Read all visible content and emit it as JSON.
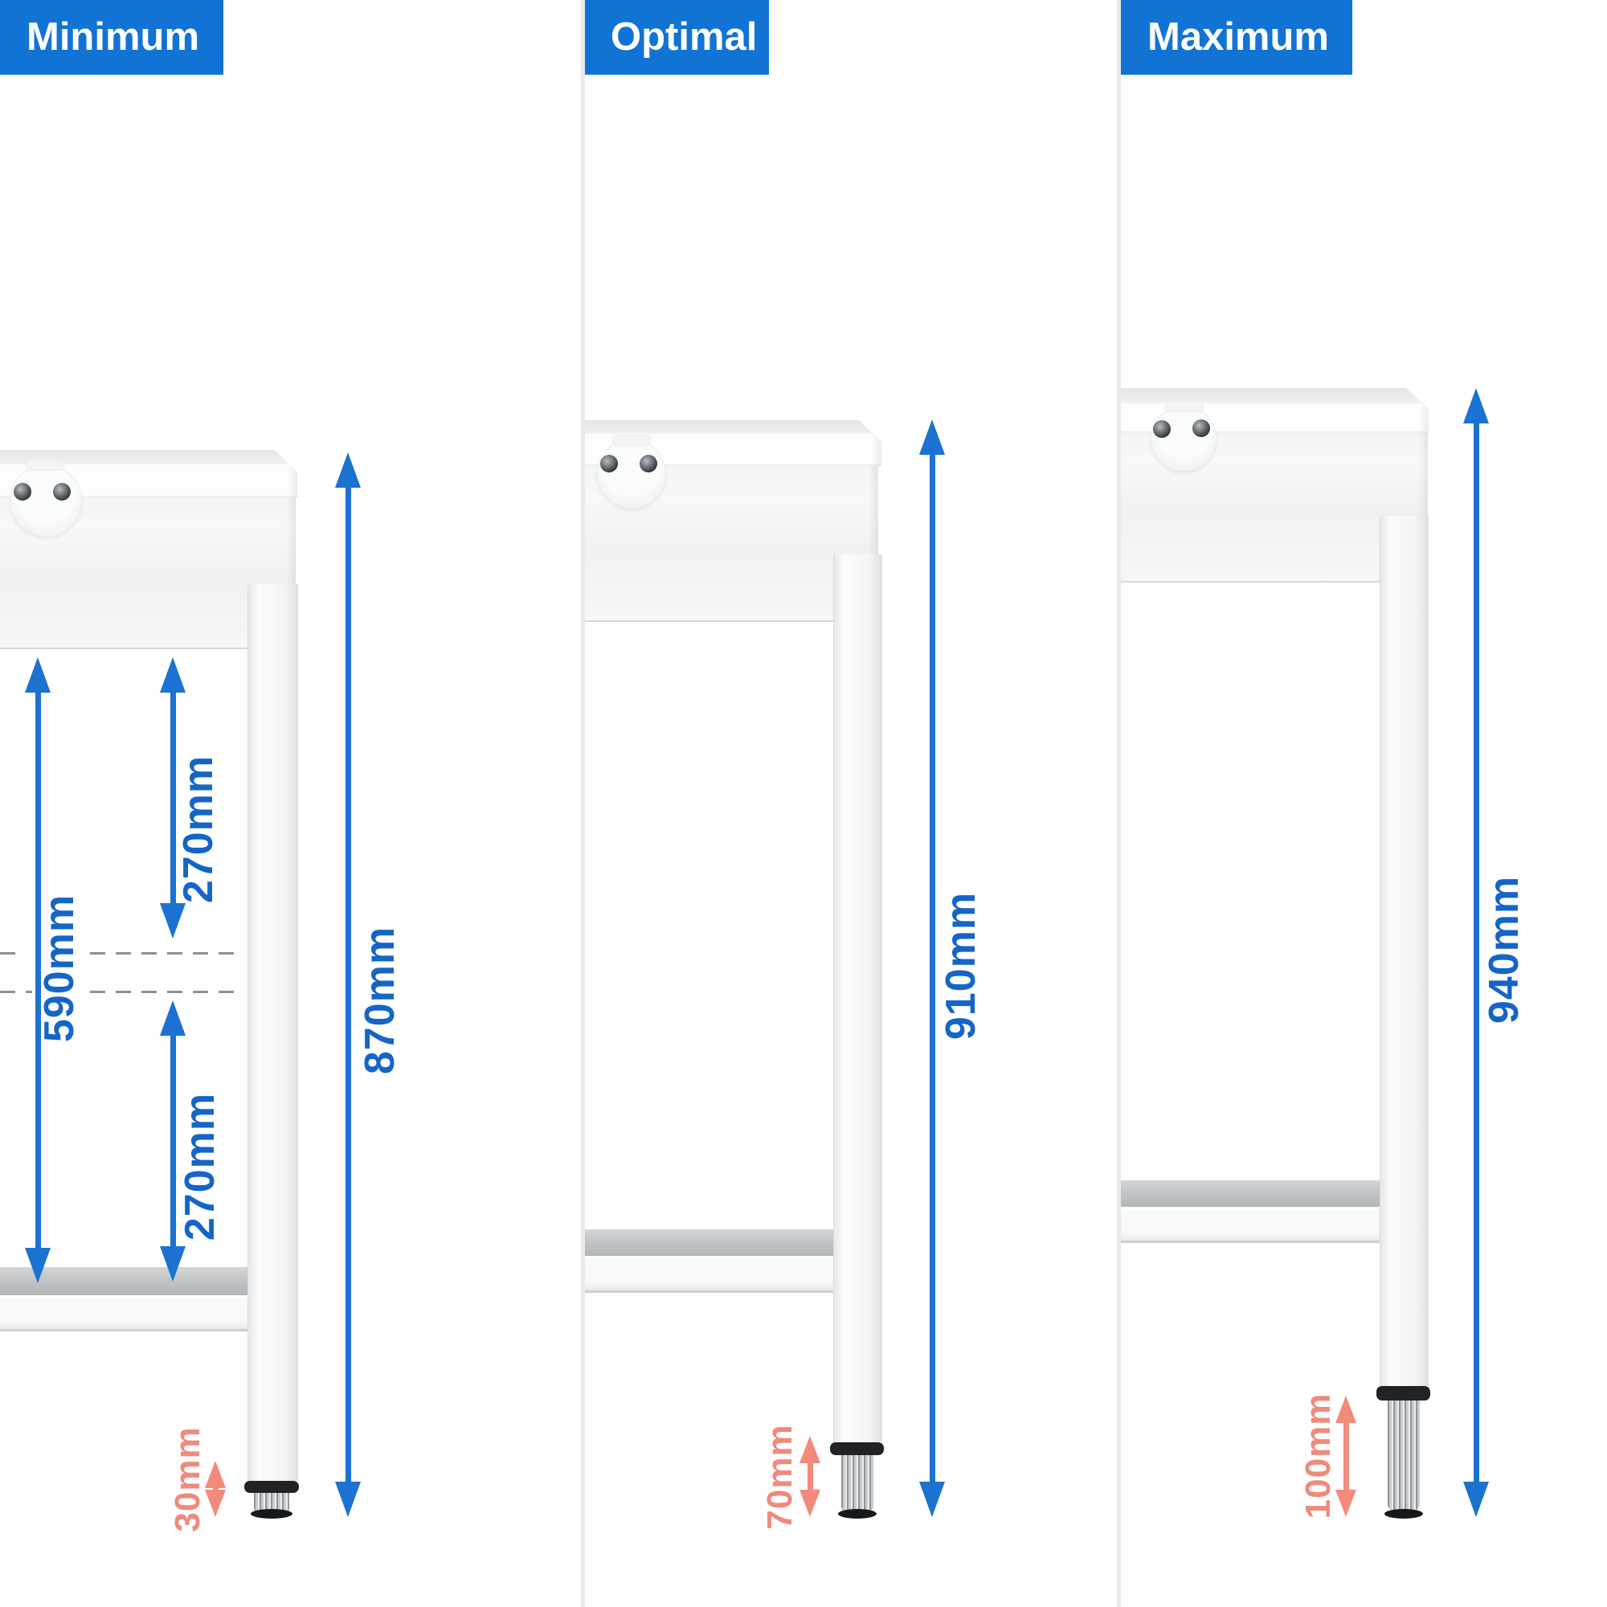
{
  "panels": [
    {
      "title": "Minimum",
      "dims": {
        "total": "870mm",
        "interior": "590mm",
        "upper": "270mm",
        "lower": "270mm",
        "foot": "30mm"
      }
    },
    {
      "title": "Optimal",
      "dims": {
        "total": "910mm",
        "foot": "70mm"
      }
    },
    {
      "title": "Maximum",
      "dims": {
        "total": "940mm",
        "foot": "100mm"
      }
    }
  ],
  "colors": {
    "header_bg": "#1173d4",
    "header_text": "#ffffff",
    "arrow_blue": "#1b72d0",
    "label_blue": "#1565c8",
    "accent_salmon": "#f28b7c",
    "shelf_gray": "#bfc2c4",
    "divider_gray": "#e9eaeb",
    "dashed_line_gray": "#8f9092"
  }
}
